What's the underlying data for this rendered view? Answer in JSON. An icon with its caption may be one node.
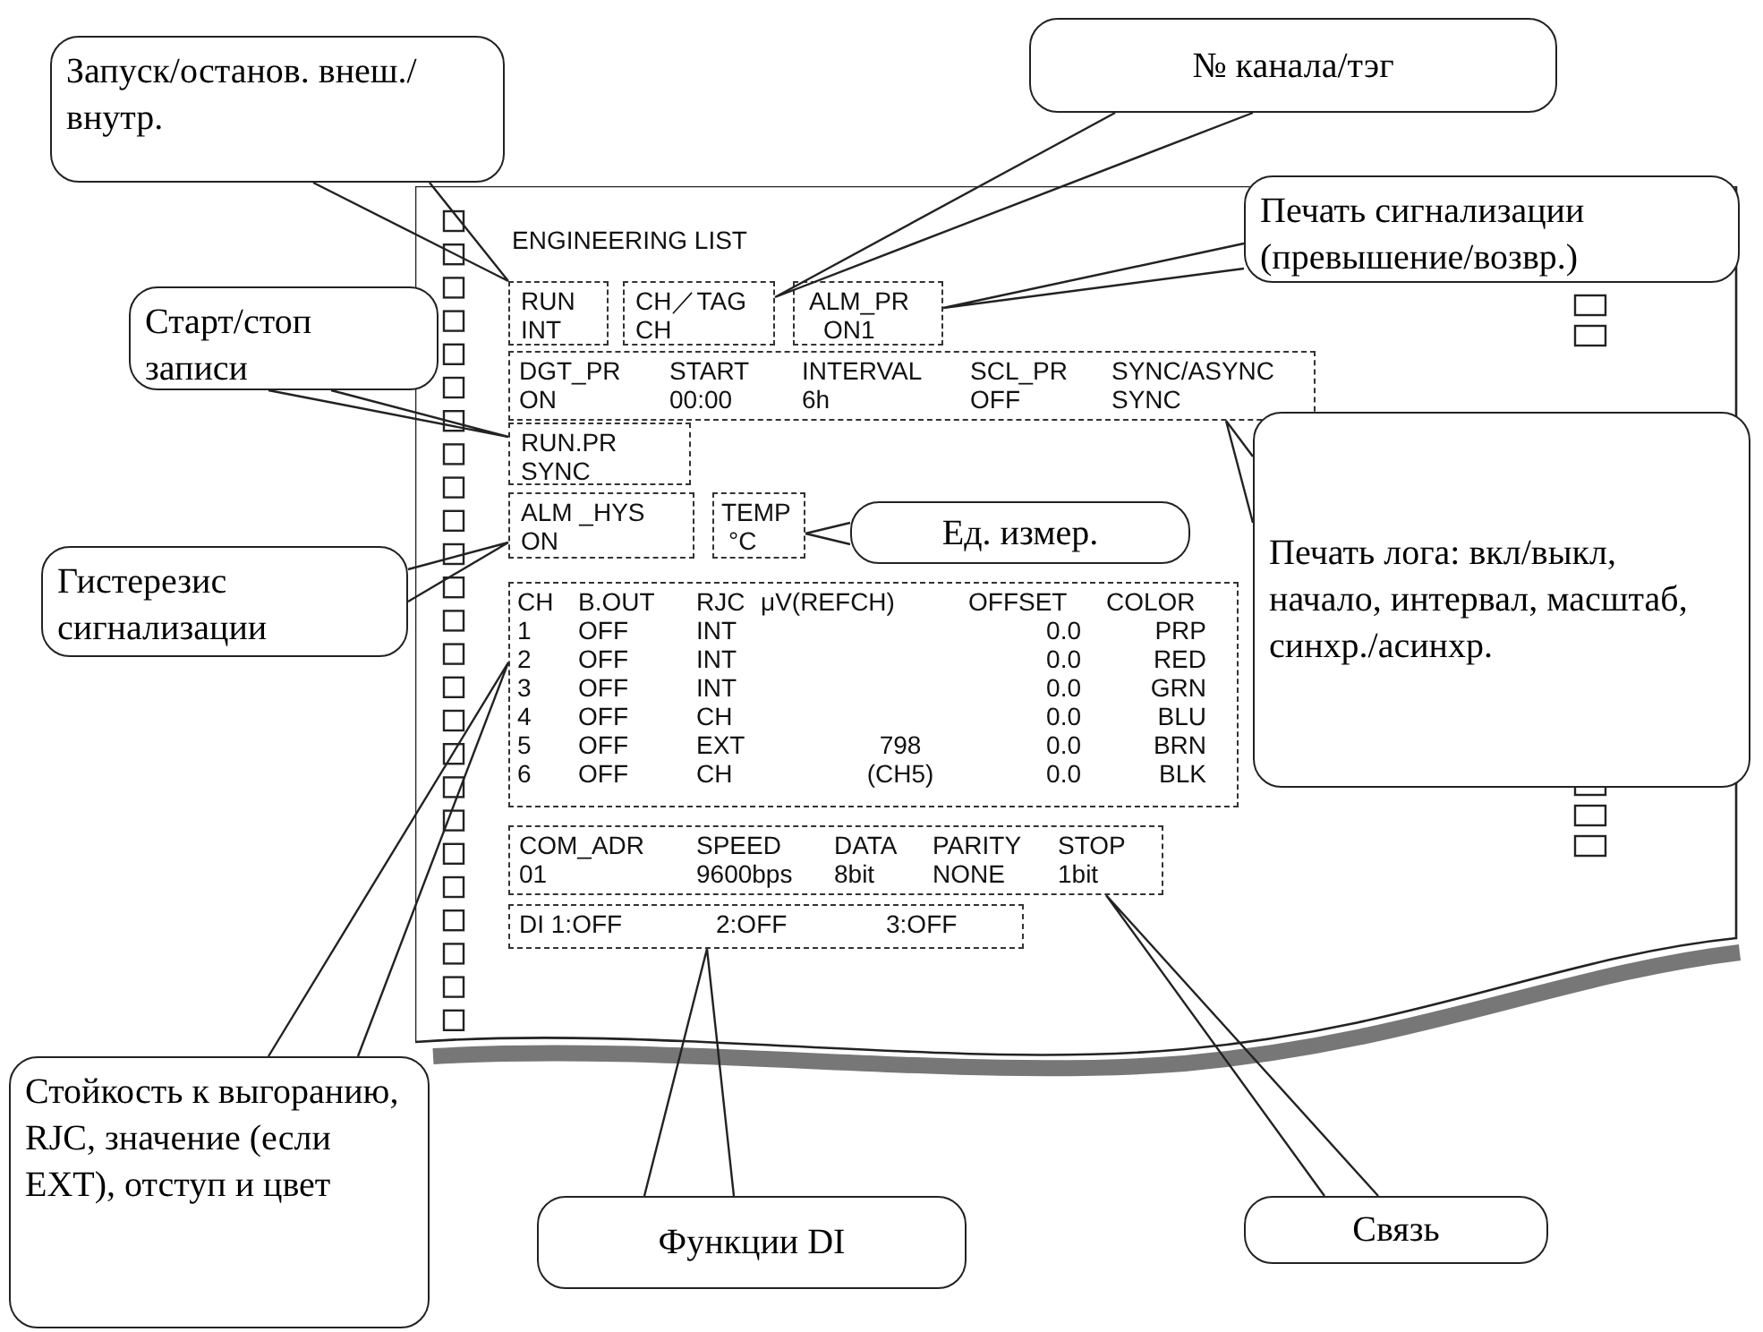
{
  "diagram": {
    "nodes": [
      {
        "text": [
          "Запуск/останов. внеш./ внутр."
        ]
      },
      {
        "text": [
          "№ канала/тэг"
        ]
      },
      {
        "text": [
          "Печать сигнализации (превышение/возвр.)"
        ]
      },
      {
        "text": [
          "Старт/стоп записи"
        ]
      },
      {
        "text": [
          "Гистерезис сигнализации"
        ]
      },
      {
        "text": [
          "Ед. измер."
        ]
      },
      {
        "text": [
          "Печать лога: вкл/выкл, начало, интервал, масштаб, синхр./асинхр."
        ]
      },
      {
        "text": [
          "Стойкость к выгоранию, RJC, значение (если EXT), отступ и цвет"
        ]
      },
      {
        "text": [
          "Функции DI"
        ]
      },
      {
        "text": [
          "Связь"
        ]
      },
      {
        "text": [
          "RUN",
          "INT"
        ]
      },
      {
        "text": [
          "CH／TAG",
          "CH"
        ]
      },
      {
        "text": [
          "ALM_PR",
          "ON1"
        ]
      },
      {
        "text": [
          "DGT_PR",
          "START",
          "INTERVAL",
          "SCL_PR",
          "SYNC/ASYNC",
          "ON",
          "00:00",
          "6h",
          "OFF",
          "SYNC"
        ]
      },
      {
        "text": [
          "RUN.PR",
          "SYNC"
        ]
      },
      {
        "text": [
          "ALM _HYS",
          "ON"
        ]
      },
      {
        "text": [
          "TEMP",
          "°C"
        ]
      },
      {
        "text": [
          "CH",
          "B.OUT",
          "RJC",
          "μV(REFCH)",
          "OFFSET",
          "COLOR",
          "1",
          "OFF",
          "INT",
          "0.0",
          "PRP",
          "2",
          "OFF",
          "INT",
          "0.0",
          "RED",
          "3",
          "OFF",
          "INT",
          "0.0",
          "GRN",
          "4",
          "OFF",
          "CH",
          "0.0",
          "BLU",
          "5",
          "OFF",
          "EXT",
          "798",
          "0.0",
          "BRN",
          "6",
          "OFF",
          "CH",
          "(CH5)",
          "0.0",
          "BLK"
        ]
      },
      {
        "text": [
          "COM_ADR",
          "SPEED",
          "DATA",
          "PARITY",
          "STOP",
          "01",
          "9600bps",
          "8bit",
          "NONE",
          "1bit"
        ]
      },
      {
        "text": [
          "DI 1:OFF",
          "2:OFF",
          "3:OFF"
        ]
      }
    ],
    "edges": [
      {
        "from": 0,
        "to": 10,
        "arrow": "none"
      },
      {
        "from": 1,
        "to": 11,
        "arrow": "none"
      },
      {
        "from": 2,
        "to": 12,
        "arrow": "none"
      },
      {
        "from": 3,
        "to": 14,
        "arrow": "none"
      },
      {
        "from": 4,
        "to": 15,
        "arrow": "none"
      },
      {
        "from": 5,
        "to": 16,
        "arrow": "none"
      },
      {
        "from": 6,
        "to": 13,
        "arrow": "none"
      },
      {
        "from": 7,
        "to": 17,
        "arrow": "none"
      },
      {
        "from": 8,
        "to": 19,
        "arrow": "none"
      },
      {
        "from": 9,
        "to": 18,
        "arrow": "none"
      }
    ],
    "labels": [
      "ENGINEERING LIST"
    ]
  }
}
